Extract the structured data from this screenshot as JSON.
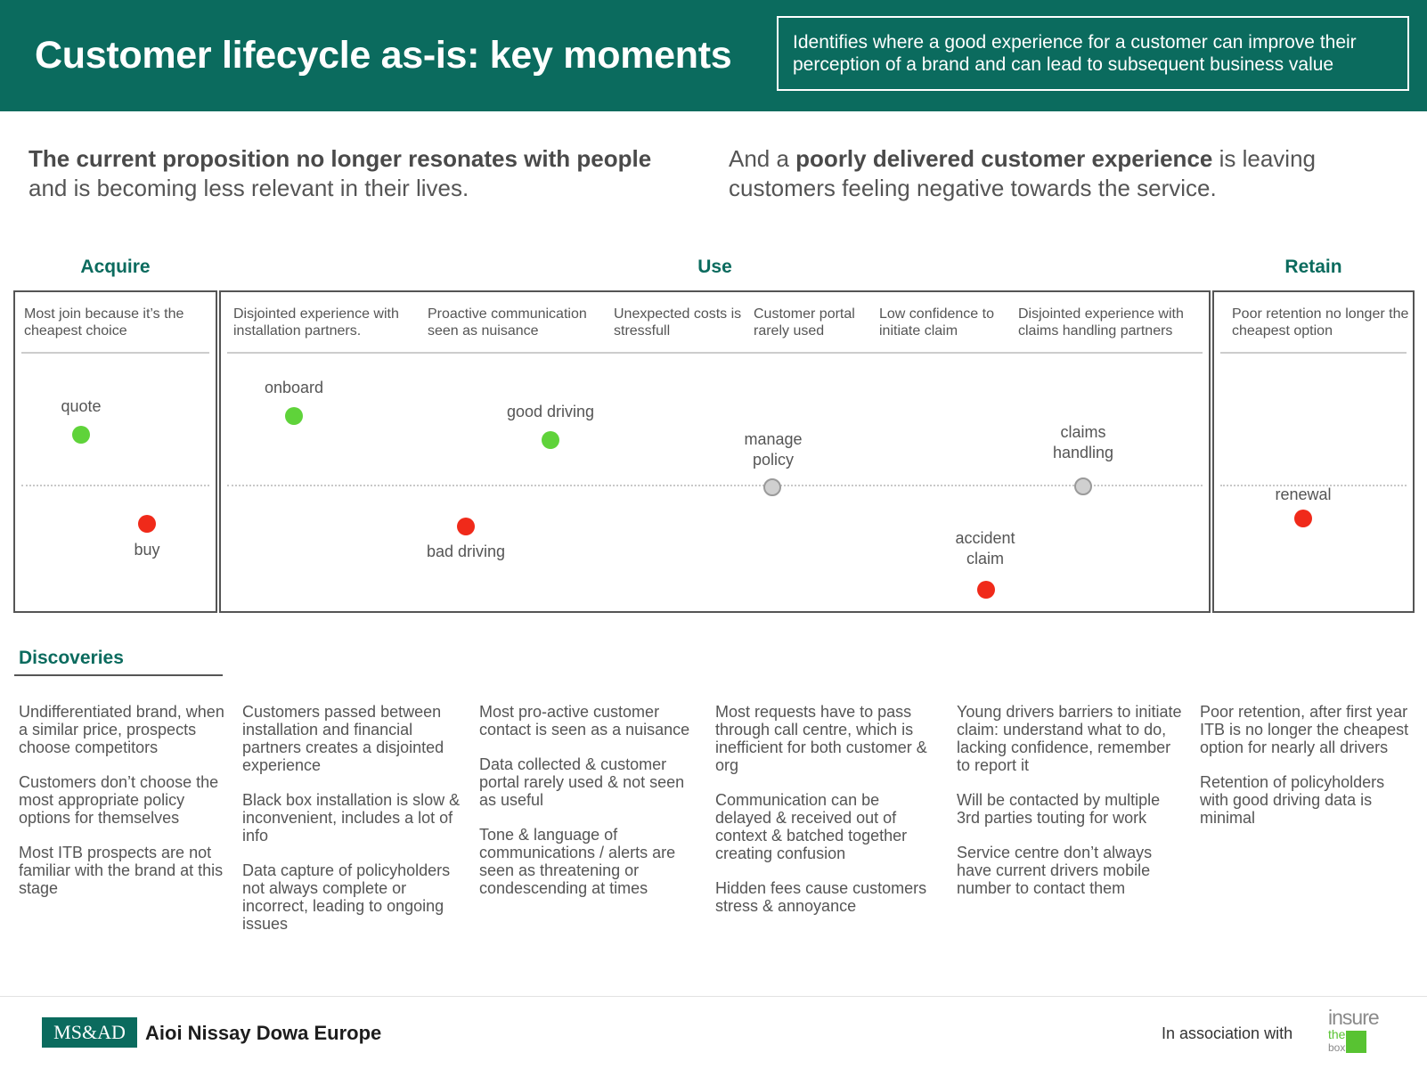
{
  "header": {
    "title": "Customer lifecycle as-is: key moments",
    "description": "Identifies where a good experience for a customer can improve their perception of a brand and can lead to subsequent business value"
  },
  "intro": {
    "left": {
      "bold": "The current proposition no longer resonates with people",
      "rest": " and is becoming less relevant in their lives."
    },
    "right": {
      "pre": "And a ",
      "bold": "poorly delivered customer experience",
      "rest": " is leaving customers feeling negative towards the service."
    }
  },
  "phases": {
    "acquire": "Acquire",
    "use": "Use",
    "retain": "Retain"
  },
  "pain_points": {
    "acquire": [
      "Most join because it’s the cheapest choice"
    ],
    "use": [
      "Disjointed experience with installation partners.",
      "Proactive communication seen as nuisance",
      "Unexpected costs is stressfull",
      "Customer portal rarely used",
      "Low confidence to initiate claim",
      "Disjointed experience with claims handling partners"
    ],
    "retain": [
      "Poor retention no longer the cheapest option"
    ]
  },
  "moments": [
    {
      "label": "quote",
      "sentiment": "good"
    },
    {
      "label": "buy",
      "sentiment": "bad"
    },
    {
      "label": "onboard",
      "sentiment": "good"
    },
    {
      "label": "bad driving",
      "sentiment": "bad"
    },
    {
      "label": "good driving",
      "sentiment": "good"
    },
    {
      "label_lines": [
        "manage",
        "policy"
      ],
      "sentiment": "neutral"
    },
    {
      "label_lines": [
        "accident",
        "claim"
      ],
      "sentiment": "bad"
    },
    {
      "label_lines": [
        "claims",
        "handling"
      ],
      "sentiment": "neutral"
    },
    {
      "label": "renewal",
      "sentiment": "bad"
    }
  ],
  "colors": {
    "brand": "#0b6b5e",
    "good": "#5fd33a",
    "bad": "#f02a1a",
    "neutral": "#d0d0d0"
  },
  "discoveries": {
    "title": "Discoveries",
    "columns": [
      [
        "Undifferentiated brand, when a similar price, prospects choose competitors",
        "Customers don’t choose the most appropriate policy options for themselves",
        "Most ITB prospects are not familiar with the brand at this stage"
      ],
      [
        "Customers passed between installation and financial partners creates a disjointed experience",
        "Black box installation is slow & inconvenient, includes a lot of info",
        "Data capture of policyholders not always complete or incorrect, leading to ongoing issues"
      ],
      [
        "Most pro-active customer contact is seen as a nuisance",
        "Data collected & customer portal rarely used & not seen as useful",
        "Tone & language of communications / alerts are seen as threatening or condescending at times"
      ],
      [
        "Most requests have to pass through call centre, which is inefficient for both customer & org",
        "Communication can be delayed & received out of context & batched together creating confusion",
        "Hidden fees cause customers stress & annoyance"
      ],
      [
        "Young drivers barriers to initiate claim: understand what to do, lacking confidence, remember to report it",
        "Will be contacted by multiple 3rd parties touting for work",
        "Service centre don’t always have current drivers mobile number to contact them"
      ],
      [
        "Poor retention, after first year ITB is no longer the cheapest option for nearly all drivers",
        "Retention of policyholders with good driving data is minimal"
      ]
    ]
  },
  "footer": {
    "logo_msad": "MS&AD",
    "company": "Aioi Nissay Dowa Europe",
    "association": "In association with",
    "partner_logo": {
      "line1": "insure",
      "line2": "the",
      "line3": "box"
    }
  }
}
